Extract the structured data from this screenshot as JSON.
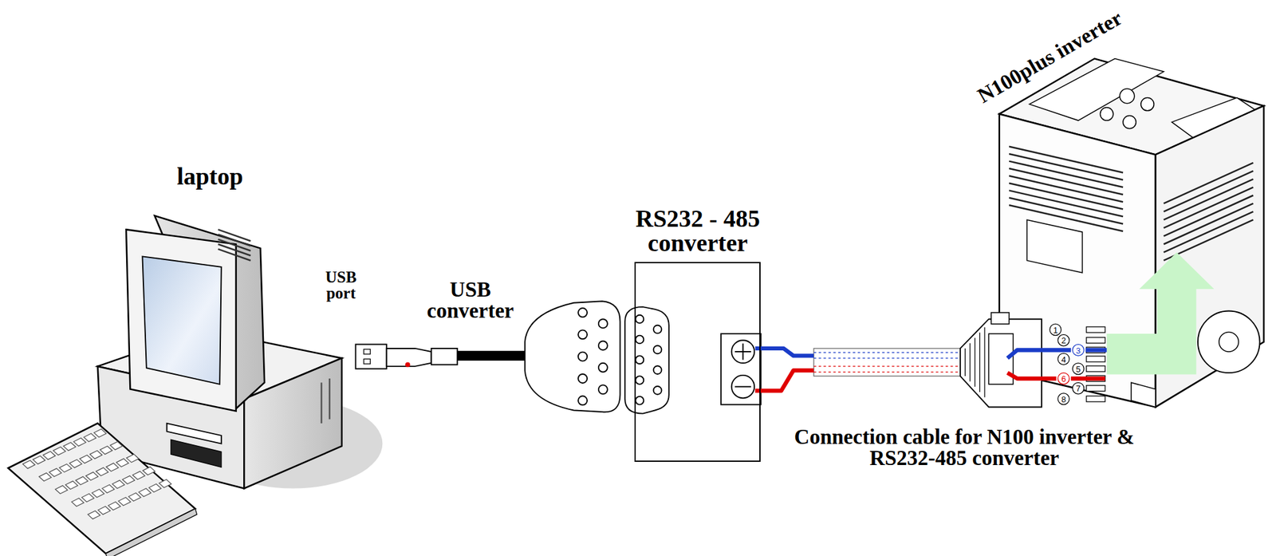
{
  "diagram": {
    "nodes": [
      {
        "text": [
          "RS232 - 485 converter"
        ]
      }
    ],
    "labels": [
      "laptop",
      "USB port",
      "USB converter",
      "N100plus inverter",
      "Connection cable for N100 inverter & RS232-485 converter",
      "1",
      "2",
      "3",
      "4",
      "5",
      "6",
      "7",
      "8"
    ]
  }
}
